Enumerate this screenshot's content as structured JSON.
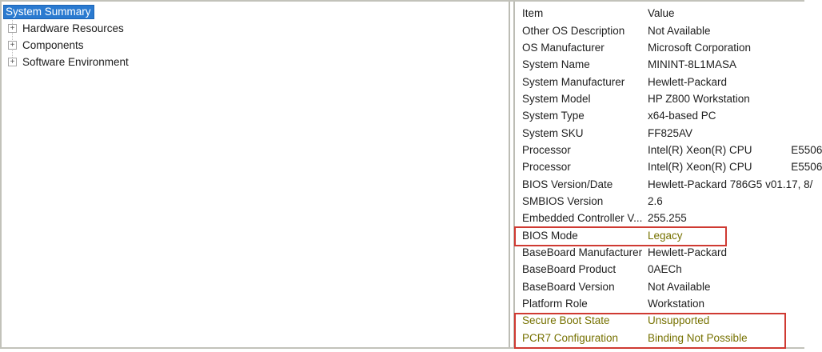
{
  "tree": {
    "items": [
      {
        "label": "System Summary",
        "selected": true,
        "expandable": false
      },
      {
        "label": "Hardware Resources",
        "selected": false,
        "expandable": true
      },
      {
        "label": "Components",
        "selected": false,
        "expandable": true
      },
      {
        "label": "Software Environment",
        "selected": false,
        "expandable": true
      }
    ],
    "expand_glyph": "+"
  },
  "details": {
    "columns": [
      "Item",
      "Value"
    ],
    "rows": [
      {
        "item": "Other OS Description",
        "value": "Not Available"
      },
      {
        "item": "OS Manufacturer",
        "value": "Microsoft Corporation"
      },
      {
        "item": "System Name",
        "value": "MININT-8L1MASA"
      },
      {
        "item": "System Manufacturer",
        "value": "Hewlett-Packard"
      },
      {
        "item": "System Model",
        "value": "HP Z800 Workstation"
      },
      {
        "item": "System Type",
        "value": "x64-based PC"
      },
      {
        "item": "System SKU",
        "value": "FF825AV"
      },
      {
        "item": "Processor",
        "value": "Intel(R) Xeon(R) CPU             E5506"
      },
      {
        "item": "Processor",
        "value": "Intel(R) Xeon(R) CPU             E5506"
      },
      {
        "item": "BIOS Version/Date",
        "value": "Hewlett-Packard 786G5 v01.17, 8/"
      },
      {
        "item": "SMBIOS Version",
        "value": "2.6"
      },
      {
        "item": "Embedded Controller V...",
        "value": "255.255"
      },
      {
        "item": "BIOS Mode",
        "value": "Legacy",
        "item_olive": false,
        "value_olive": true
      },
      {
        "item": "BaseBoard Manufacturer",
        "value": "Hewlett-Packard"
      },
      {
        "item": "BaseBoard Product",
        "value": "0AECh"
      },
      {
        "item": "BaseBoard Version",
        "value": "Not Available"
      },
      {
        "item": "Platform Role",
        "value": "Workstation"
      },
      {
        "item": "Secure Boot State",
        "value": "Unsupported",
        "item_olive": true,
        "value_olive": true
      },
      {
        "item": "PCR7 Configuration",
        "value": "Binding Not Possible",
        "item_olive": true,
        "value_olive": true
      }
    ]
  },
  "annotations": {
    "box_color": "#cf3a32",
    "highlight_text_color": "#767100",
    "boxes": [
      "bios-mode-highlight",
      "secure-boot-pcr7-highlight"
    ]
  }
}
